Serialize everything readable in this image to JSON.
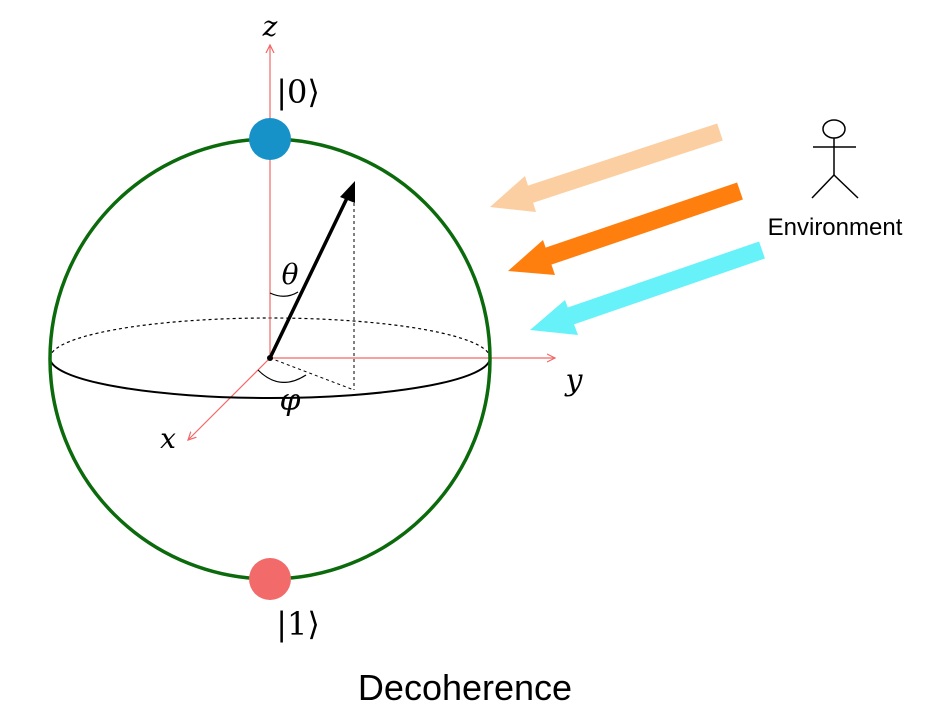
{
  "title": "Decoherence",
  "axes": {
    "x": "x",
    "y": "y",
    "z": "z"
  },
  "angles": {
    "polar": "θ",
    "azimuthal": "φ"
  },
  "states": {
    "north": "|0⟩",
    "south": "|1⟩"
  },
  "environment": {
    "label": "Environment",
    "icon": "stick-figure-icon"
  },
  "colors": {
    "sphere": "#0b6a0b",
    "axes": "#f06868",
    "state_0": "#1692c9",
    "state_1": "#f26a6a",
    "arrow_1": "#fbcfa1",
    "arrow_2": "#ff7f0e",
    "arrow_3": "#66f2f8"
  }
}
